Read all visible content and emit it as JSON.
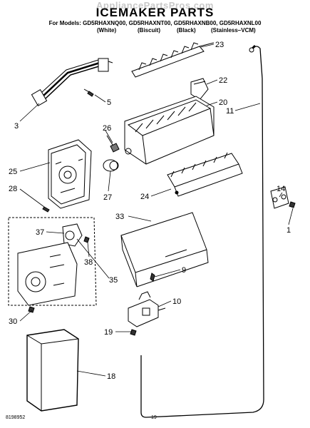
{
  "header": {
    "watermark": "AppliancePartsPros.com",
    "title": "ICEMAKER PARTS",
    "models_line": "For Models: GD5RHAXNQ00, GD5RHAXNT00, GD5RHAXNB00, GD5RHAXNL00",
    "colors": [
      "(White)",
      "(Biscuit)",
      "(Black)",
      "(Stainless–VCM)"
    ]
  },
  "callouts": [
    "23",
    "22",
    "20",
    "11",
    "5",
    "3",
    "26",
    "25",
    "28",
    "27",
    "24",
    "14",
    "1",
    "33",
    "37",
    "38",
    "35",
    "9",
    "10",
    "30",
    "19",
    "18"
  ],
  "footer": {
    "part_number": "8198952",
    "page_number": "19"
  }
}
